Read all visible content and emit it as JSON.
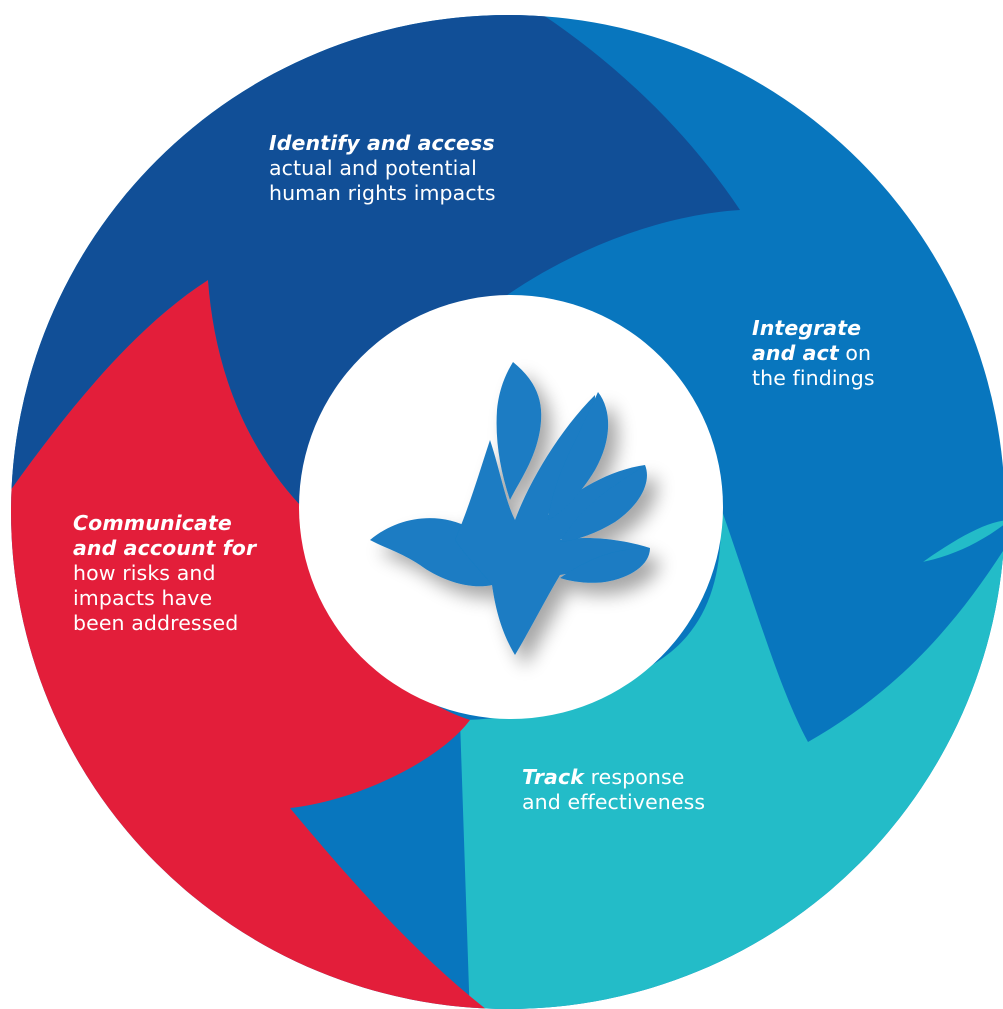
{
  "diagram": {
    "colors": {
      "identify": "#114f97",
      "integrate": "#0876be",
      "track": "#23bcc8",
      "communicate": "#e31e3a",
      "center": "#ffffff",
      "hand": "#1a7cc3",
      "text": "#ffffff"
    },
    "center_icon": "open-hand-dove-icon",
    "segments": [
      {
        "id": "identify",
        "lead": "Identify and access",
        "rest": [
          "actual and potential",
          "human rights impacts"
        ]
      },
      {
        "id": "integrate",
        "lead_lines": [
          "Integrate",
          "and act"
        ],
        "lead_suffix": " on",
        "rest": [
          "the findings"
        ]
      },
      {
        "id": "track",
        "lead": "Track",
        "lead_suffix": " response",
        "rest": [
          "and effectiveness"
        ]
      },
      {
        "id": "communicate",
        "lead_lines": [
          "Communicate",
          "and account for"
        ],
        "rest": [
          "how risks and",
          "impacts have",
          "been addressed"
        ]
      }
    ]
  }
}
